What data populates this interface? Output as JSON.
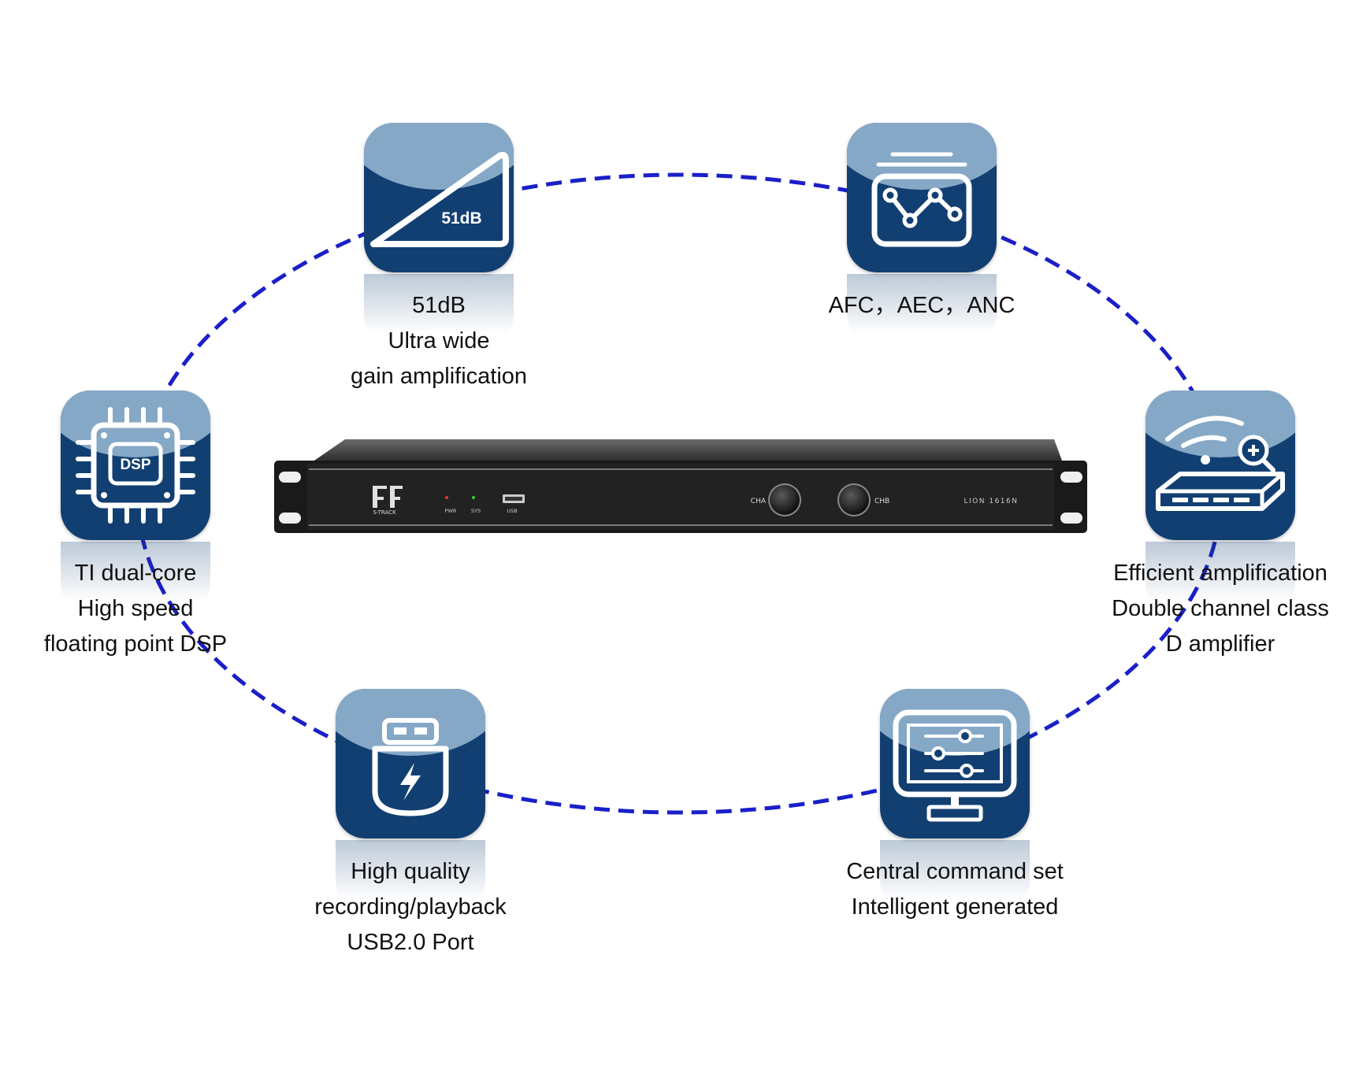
{
  "colors": {
    "tile": "#123f72",
    "tile_cap": "#86a8c7",
    "ring": "#1a1fc8",
    "device": "#1c1c1c"
  },
  "device": {
    "brand": "S-TRACK",
    "model": "LION 1616N",
    "indicators": [
      "PWR",
      "SYS",
      "USB"
    ],
    "channels": [
      "CHA",
      "CHB"
    ]
  },
  "features": [
    {
      "id": "gain",
      "icon": "gain-triangle-icon",
      "badge": "51dB",
      "caption": [
        "51dB",
        "Ultra wide",
        "gain amplification"
      ]
    },
    {
      "id": "afc",
      "icon": "signal-graph-icon",
      "caption": [
        "AFC，AEC，ANC"
      ]
    },
    {
      "id": "dsp",
      "icon": "dsp-chip-icon",
      "badge": "DSP",
      "caption": [
        "TI dual-core",
        "High speed",
        "floating point DSP"
      ]
    },
    {
      "id": "amp",
      "icon": "amplifier-router-icon",
      "caption": [
        "Efficient amplification",
        "Double channel class",
        "D amplifier"
      ]
    },
    {
      "id": "usb",
      "icon": "usb-drive-icon",
      "caption": [
        "High quality",
        "recording/playback",
        "USB2.0 Port"
      ]
    },
    {
      "id": "central",
      "icon": "monitor-sliders-icon",
      "caption": [
        "Central command set",
        "Intelligent generated"
      ]
    }
  ]
}
